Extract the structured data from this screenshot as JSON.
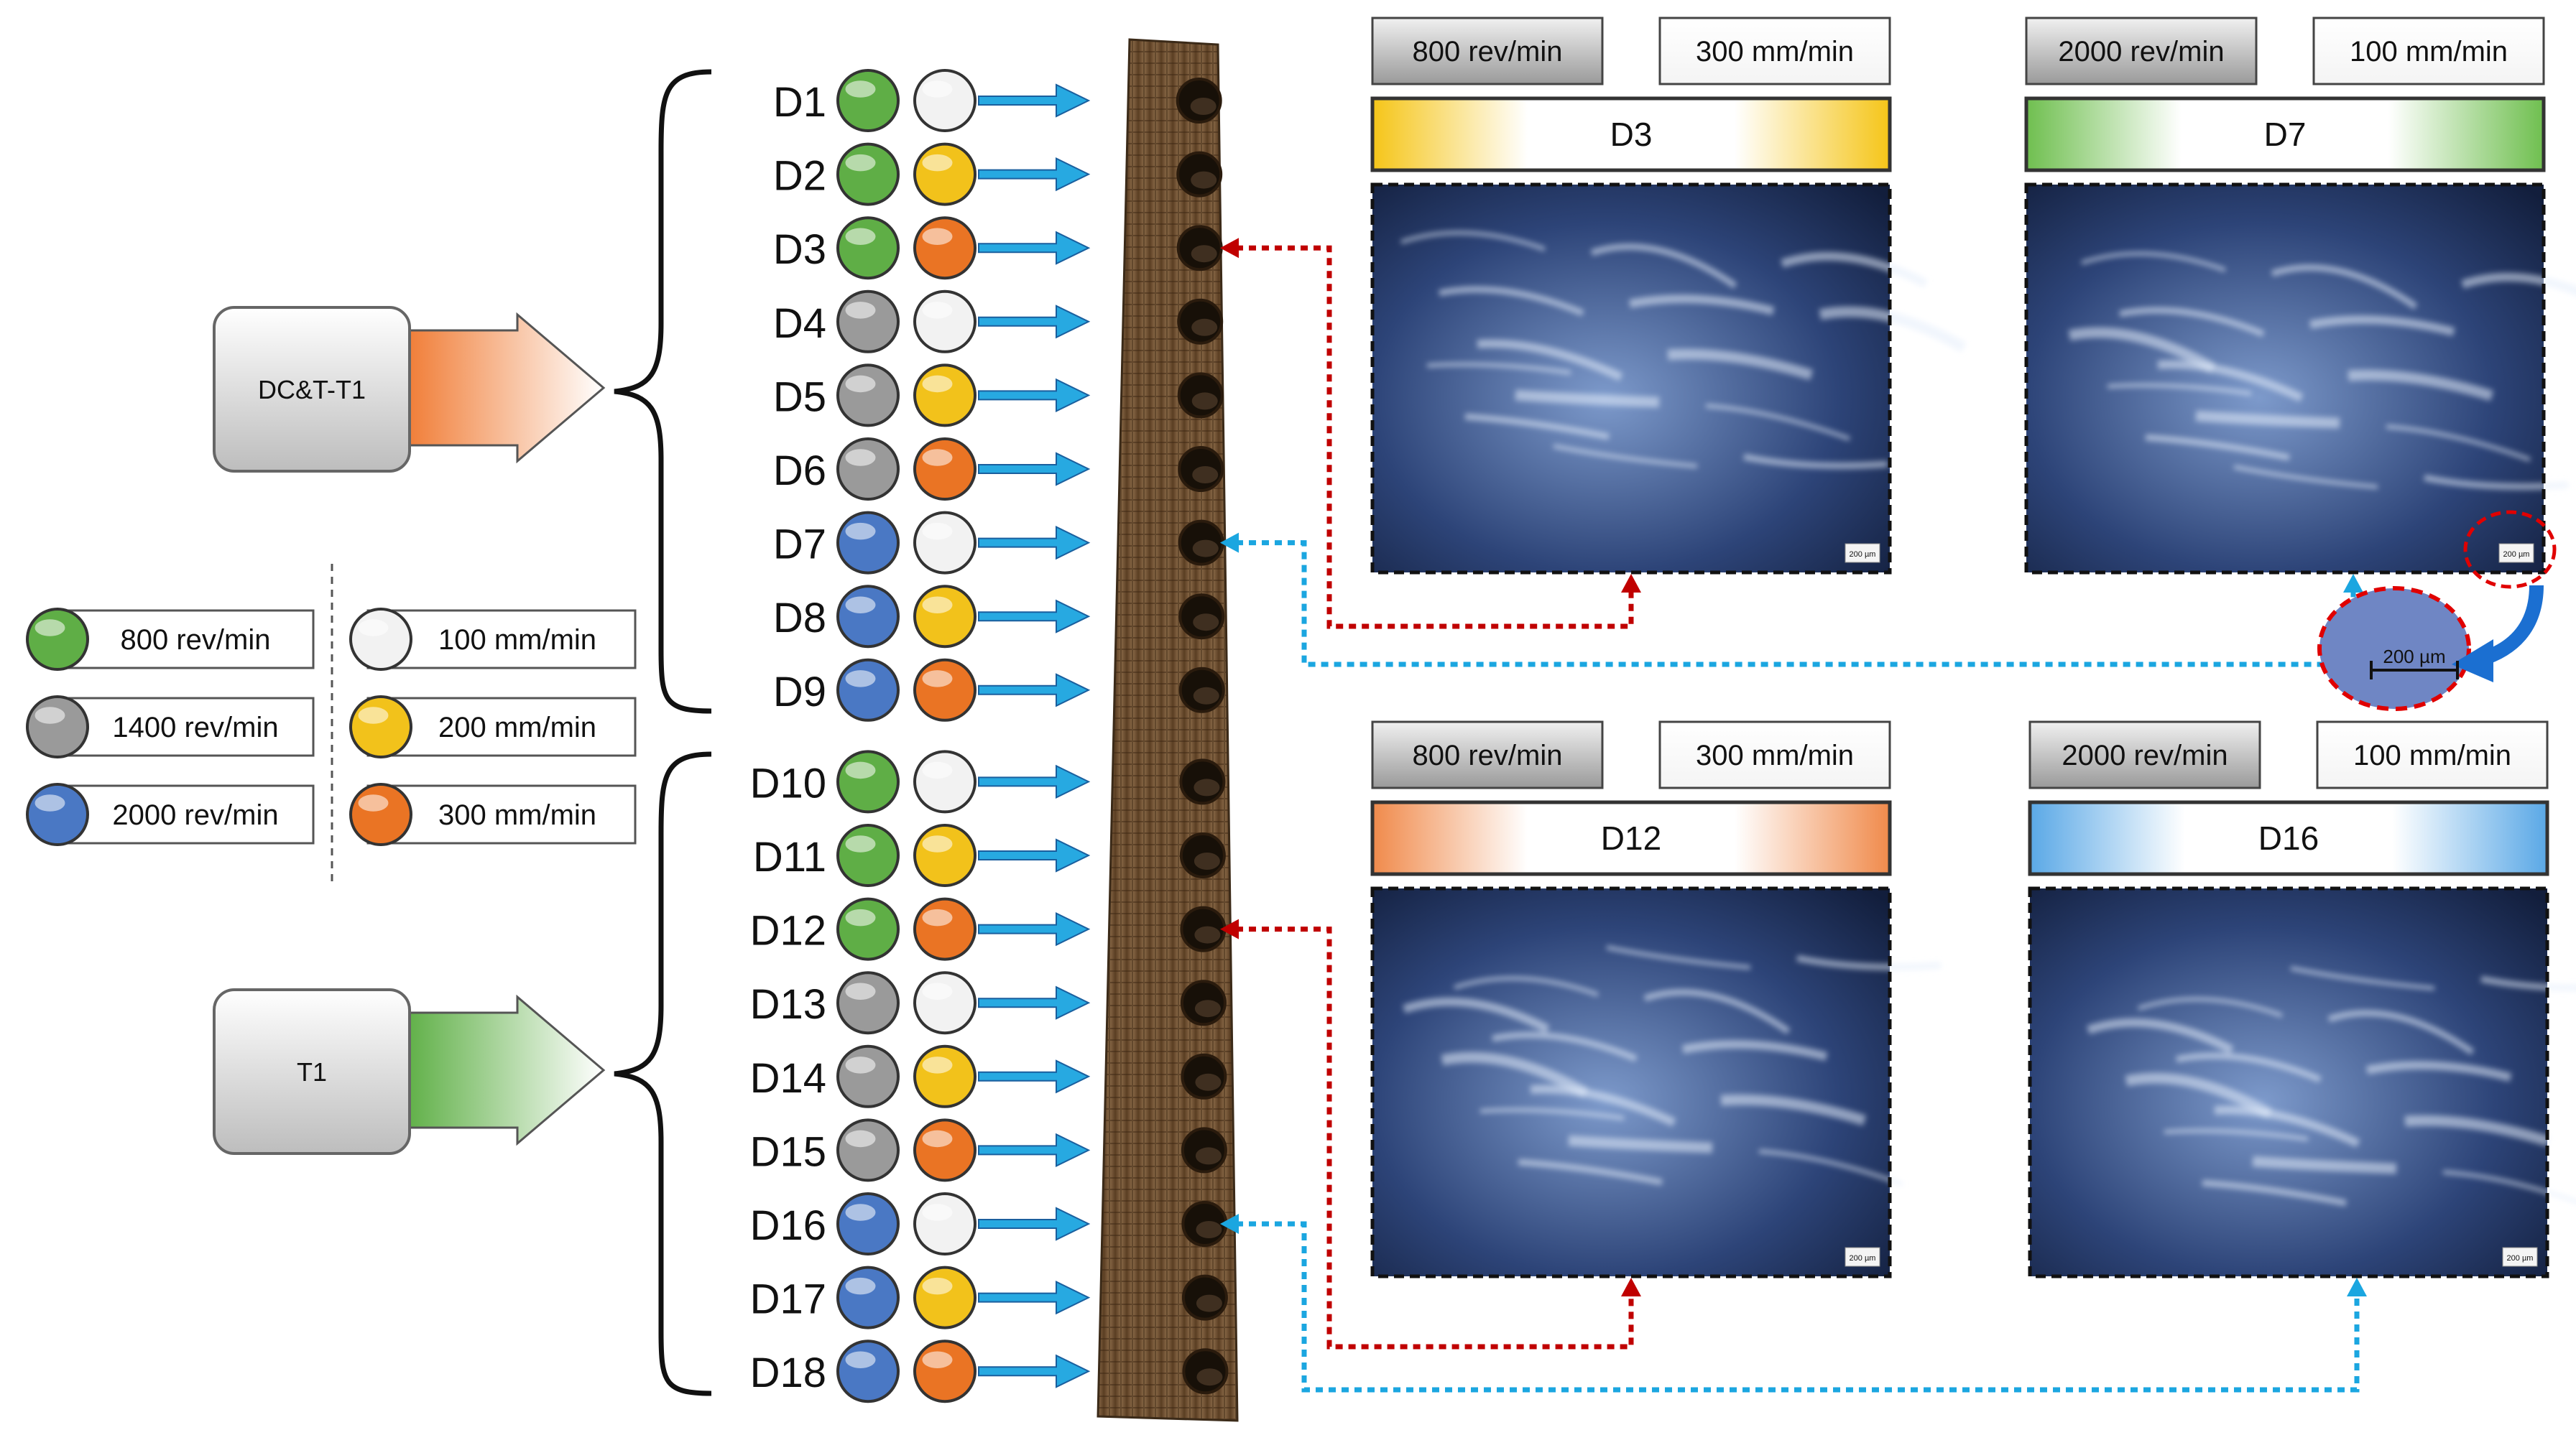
{
  "groups": [
    {
      "label": "DC&T-T1",
      "arrow_color": "#f08a4b"
    },
    {
      "label": "T1",
      "arrow_color": "#6fb456"
    }
  ],
  "legend": {
    "speeds": [
      {
        "label": "800 rev/min",
        "color": "#5fae46"
      },
      {
        "label": "1400 rev/min",
        "color": "#9a9a9a"
      },
      {
        "label": "2000 rev/min",
        "color": "#4a78c4"
      }
    ],
    "feeds": [
      {
        "label": "100 mm/min",
        "color": "#f2f2f2"
      },
      {
        "label": "200 mm/min",
        "color": "#f2c21b"
      },
      {
        "label": "300 mm/min",
        "color": "#ea7424"
      }
    ]
  },
  "holes": [
    {
      "id": "D1",
      "speed": 0,
      "feed": 0
    },
    {
      "id": "D2",
      "speed": 0,
      "feed": 1
    },
    {
      "id": "D3",
      "speed": 0,
      "feed": 2
    },
    {
      "id": "D4",
      "speed": 1,
      "feed": 0
    },
    {
      "id": "D5",
      "speed": 1,
      "feed": 1
    },
    {
      "id": "D6",
      "speed": 1,
      "feed": 2
    },
    {
      "id": "D7",
      "speed": 2,
      "feed": 0
    },
    {
      "id": "D8",
      "speed": 2,
      "feed": 1
    },
    {
      "id": "D9",
      "speed": 2,
      "feed": 2
    },
    {
      "id": "D10",
      "speed": 0,
      "feed": 0
    },
    {
      "id": "D11",
      "speed": 0,
      "feed": 1
    },
    {
      "id": "D12",
      "speed": 0,
      "feed": 2
    },
    {
      "id": "D13",
      "speed": 1,
      "feed": 0
    },
    {
      "id": "D14",
      "speed": 1,
      "feed": 1
    },
    {
      "id": "D15",
      "speed": 1,
      "feed": 2
    },
    {
      "id": "D16",
      "speed": 2,
      "feed": 0
    },
    {
      "id": "D17",
      "speed": 2,
      "feed": 1
    },
    {
      "id": "D18",
      "speed": 2,
      "feed": 2
    }
  ],
  "panels": [
    {
      "title": "D3",
      "speed_label": "800 rev/min",
      "feed_label": "300 mm/min",
      "title_color": "#f5c518",
      "scale": "200 µm",
      "link_color": "#c00000"
    },
    {
      "title": "D7",
      "speed_label": "2000 rev/min",
      "feed_label": "100 mm/min",
      "title_color": "#6fbf4f",
      "scale": "200 µm",
      "link_color": "#1ba6e0"
    },
    {
      "title": "D12",
      "speed_label": "800 rev/min",
      "feed_label": "300 mm/min",
      "title_color": "#f08a4b",
      "scale": "200 µm",
      "link_color": "#c00000"
    },
    {
      "title": "D16",
      "speed_label": "2000 rev/min",
      "feed_label": "100 mm/min",
      "title_color": "#5aa8e6",
      "scale": "200 µm",
      "link_color": "#1ba6e0"
    }
  ],
  "zoom_scale": "200 µm",
  "colors": {
    "hole_arrow": "#27a9e1",
    "strip": "#6b4a2b"
  }
}
